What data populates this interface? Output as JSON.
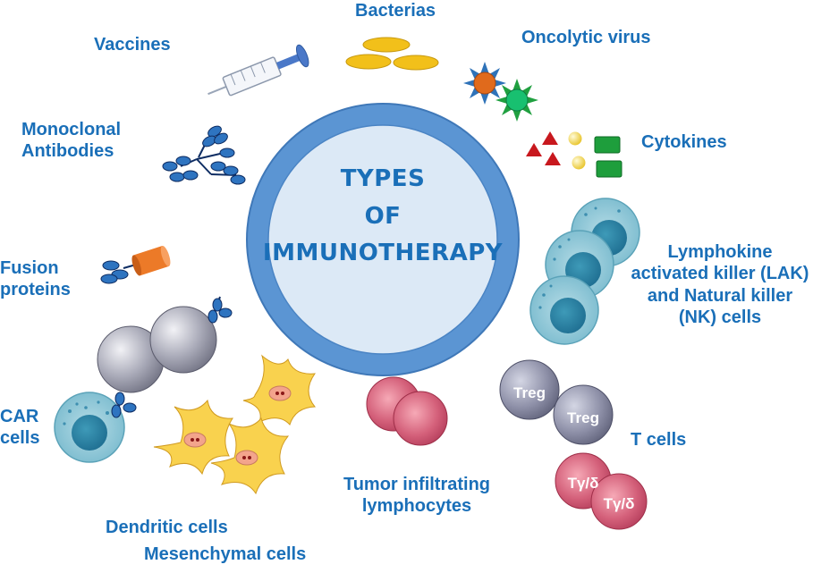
{
  "diagram": {
    "center_title": [
      "TYPES",
      "OF",
      "IMMUNOTHERAPY"
    ],
    "labels": {
      "bacterias": [
        "Bacterias"
      ],
      "vaccines": [
        "Vaccines"
      ],
      "oncolytic_virus": [
        "Oncolytic virus"
      ],
      "monoclonal_antibodies": [
        "Monoclonal",
        "Antibodies"
      ],
      "cytokines": [
        "Cytokines"
      ],
      "fusion_proteins": [
        "Fusion",
        "proteins"
      ],
      "lak_nk_cells": [
        "Lymphokine",
        "activated killer (LAK)",
        "and Natural killer",
        "(NK) cells"
      ],
      "car_cells": [
        "CAR",
        "cells"
      ],
      "t_cells": [
        "T cells"
      ],
      "tumor_infiltrating": [
        "Tumor infiltrating",
        "lymphocytes"
      ],
      "dendritic_cells": [
        "Dendritic cells"
      ],
      "mesenchymal_cells": [
        "Mesenchymal cells"
      ]
    },
    "cell_markers": {
      "treg": "Treg",
      "tgd": "Tγ/δ"
    },
    "colors": {
      "label_blue": "#1a6fb8",
      "ring_blue": "#5b95d3",
      "inner_fill": "#dce9f6"
    }
  }
}
